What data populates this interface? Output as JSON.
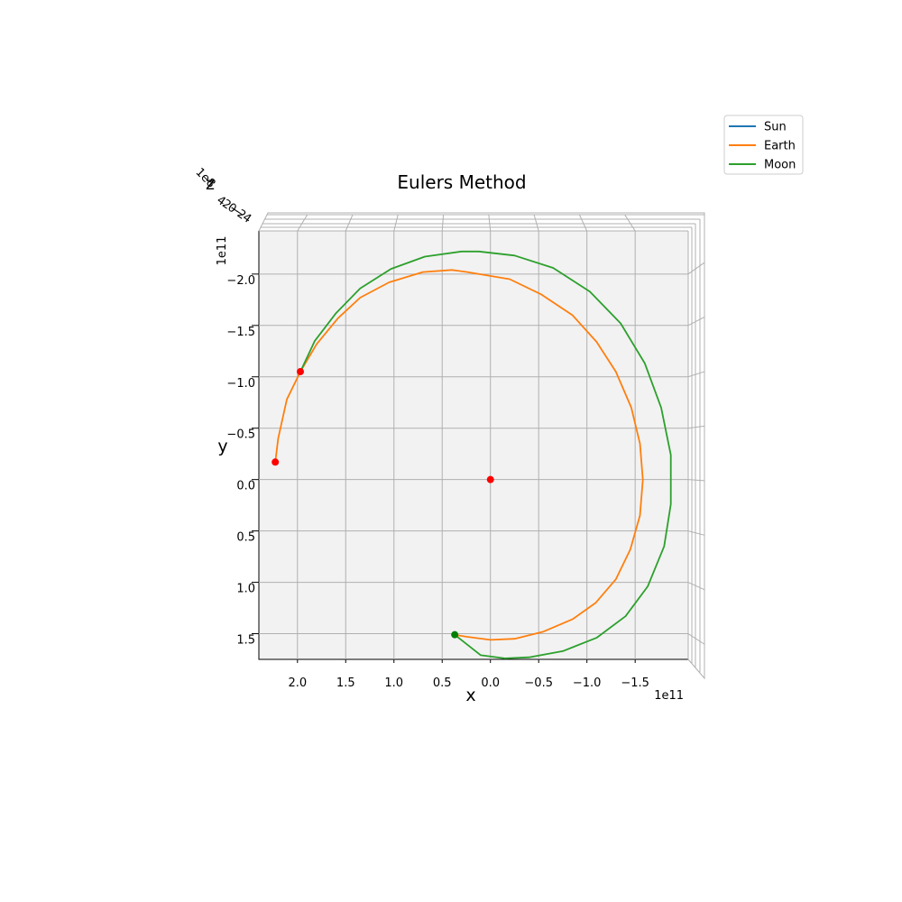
{
  "chart_data": {
    "type": "line",
    "title": "Eulers Method",
    "xlabel": "x",
    "ylabel": "y",
    "zlabel": "z",
    "x_offset_text": "1e11",
    "y_offset_text": "1e11",
    "z_offset_text": "1e8",
    "x_ticks": [
      "2.0",
      "1.5",
      "1.0",
      "0.5",
      "0.0",
      "−0.5",
      "−1.0",
      "−1.5"
    ],
    "x_tick_values": [
      2.0,
      1.5,
      1.0,
      0.5,
      0.0,
      -0.5,
      -1.0,
      -1.5
    ],
    "y_ticks": [
      "−2.0",
      "−1.5",
      "−1.0",
      "−0.5",
      "0.0",
      "0.5",
      "1.0",
      "1.5"
    ],
    "y_tick_values": [
      -2.0,
      -1.5,
      -1.0,
      -0.5,
      0.0,
      0.5,
      1.0,
      1.5
    ],
    "z_ticks": [
      "4",
      "2",
      "0",
      "−2",
      "−4"
    ],
    "x_range": [
      2.4,
      -2.05
    ],
    "y_range": [
      -2.42,
      1.75
    ],
    "grid": true,
    "legend_placement": "top-right",
    "series": [
      {
        "name": "Sun",
        "color": "#1f77b4",
        "points": [
          [
            0.0,
            0.0
          ],
          [
            0.0,
            0.0
          ]
        ]
      },
      {
        "name": "Earth",
        "color": "#ff7f0e",
        "points": [
          [
            2.23,
            -0.17
          ],
          [
            2.2,
            -0.4
          ],
          [
            2.11,
            -0.78
          ],
          [
            1.97,
            -1.05
          ],
          [
            1.8,
            -1.32
          ],
          [
            1.58,
            -1.57
          ],
          [
            1.35,
            -1.77
          ],
          [
            1.05,
            -1.92
          ],
          [
            0.7,
            -2.02
          ],
          [
            0.4,
            -2.04
          ],
          [
            0.24,
            -2.02
          ],
          [
            -0.2,
            -1.95
          ],
          [
            -0.53,
            -1.8
          ],
          [
            -0.85,
            -1.6
          ],
          [
            -1.1,
            -1.34
          ],
          [
            -1.3,
            -1.05
          ],
          [
            -1.46,
            -0.7
          ],
          [
            -1.55,
            -0.35
          ],
          [
            -1.58,
            0.0
          ],
          [
            -1.55,
            0.35
          ],
          [
            -1.45,
            0.68
          ],
          [
            -1.3,
            0.97
          ],
          [
            -1.09,
            1.2
          ],
          [
            -0.85,
            1.36
          ],
          [
            -0.55,
            1.48
          ],
          [
            -0.25,
            1.55
          ],
          [
            0.0,
            1.56
          ],
          [
            0.25,
            1.53
          ],
          [
            0.37,
            1.51
          ]
        ]
      },
      {
        "name": "Moon",
        "color": "#2ca02c",
        "points": [
          [
            1.97,
            -1.05
          ],
          [
            1.82,
            -1.35
          ],
          [
            1.6,
            -1.62
          ],
          [
            1.35,
            -1.86
          ],
          [
            1.03,
            -2.05
          ],
          [
            0.68,
            -2.17
          ],
          [
            0.3,
            -2.22
          ],
          [
            0.12,
            -2.22
          ],
          [
            -0.25,
            -2.18
          ],
          [
            -0.65,
            -2.06
          ],
          [
            -1.03,
            -1.83
          ],
          [
            -1.35,
            -1.52
          ],
          [
            -1.6,
            -1.13
          ],
          [
            -1.77,
            -0.7
          ],
          [
            -1.87,
            -0.24
          ],
          [
            -1.87,
            0.24
          ],
          [
            -1.8,
            0.65
          ],
          [
            -1.63,
            1.04
          ],
          [
            -1.4,
            1.33
          ],
          [
            -1.1,
            1.54
          ],
          [
            -0.75,
            1.67
          ],
          [
            -0.4,
            1.73
          ],
          [
            -0.15,
            1.74
          ],
          [
            0.1,
            1.71
          ],
          [
            0.37,
            1.51
          ]
        ]
      }
    ],
    "markers": [
      {
        "x": 0.0,
        "y": 0.0,
        "color": "#ff0000"
      },
      {
        "x": 2.23,
        "y": -0.17,
        "color": "#ff0000"
      },
      {
        "x": 1.97,
        "y": -1.05,
        "color": "#ff0000"
      },
      {
        "x": 0.37,
        "y": 1.51,
        "color": "#008000"
      }
    ]
  }
}
